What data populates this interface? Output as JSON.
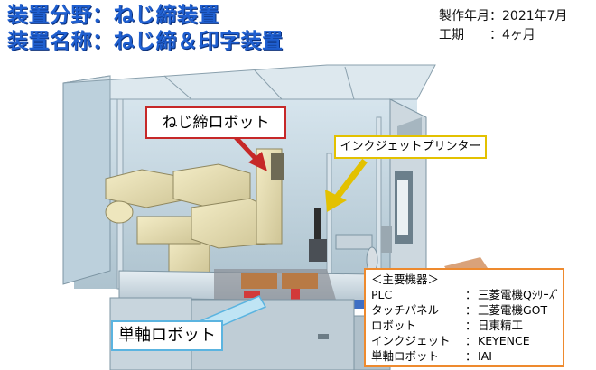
{
  "header": {
    "line1": "装置分野：ねじ締装置",
    "line2": "装置名称：ねじ締＆印字装置"
  },
  "meta": {
    "production_line": "製作年月：2021年7月",
    "period_line": "工期　　：4ヶ月"
  },
  "callouts": {
    "screw_robot": "ねじ締ロボット",
    "inkjet_printer": "インクジェットプリンター",
    "single_axis_robot": "単軸ロボット"
  },
  "colors": {
    "title_blue": "#1f5fd0",
    "screw_callout_border": "#c62828",
    "inkjet_callout_border": "#e3c100",
    "axis_callout_border": "#5bb4e0",
    "spec_border": "#ee8a2e"
  },
  "spec": {
    "heading": "＜主要機器＞",
    "rows": [
      {
        "label": "PLC",
        "value": "三菱電機Qｼﾘｰｽﾞ"
      },
      {
        "label": "タッチパネル",
        "value": "三菱電機GOT"
      },
      {
        "label": "ロボット",
        "value": "日東精工"
      },
      {
        "label": "インクジェット",
        "value": "KEYENCE"
      },
      {
        "label": "単軸ロボット",
        "value": "IAI"
      }
    ],
    "colon": "："
  }
}
